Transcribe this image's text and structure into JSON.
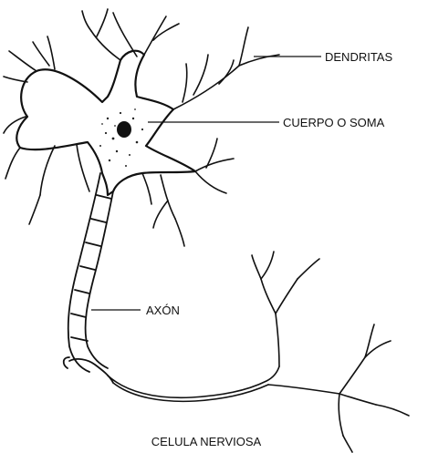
{
  "labels": {
    "dendrites": "DENDRITAS",
    "soma": "CUERPO O SOMA",
    "axon": "AXÓN"
  },
  "caption": "CELULA NERVIOSA"
}
